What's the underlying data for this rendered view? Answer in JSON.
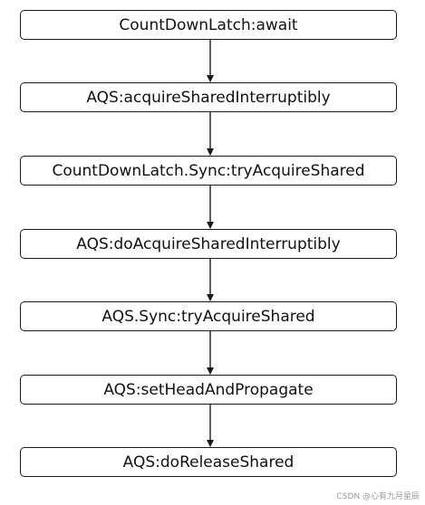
{
  "nodes": [
    "CountDownLatch:await",
    "AQS:acquireSharedInterruptibly",
    "CountDownLatch.Sync:tryAcquireShared",
    "AQS:doAcquireSharedInterruptibly",
    "AQS.Sync:tryAcquireShared",
    "AQS:setHeadAndPropagate",
    "AQS:doReleaseShared"
  ],
  "watermark": "CSDN @心有九月星辰",
  "colors": {
    "border": "#1a1a1a",
    "arrow": "#1a1a1a",
    "background": "#ffffff"
  }
}
